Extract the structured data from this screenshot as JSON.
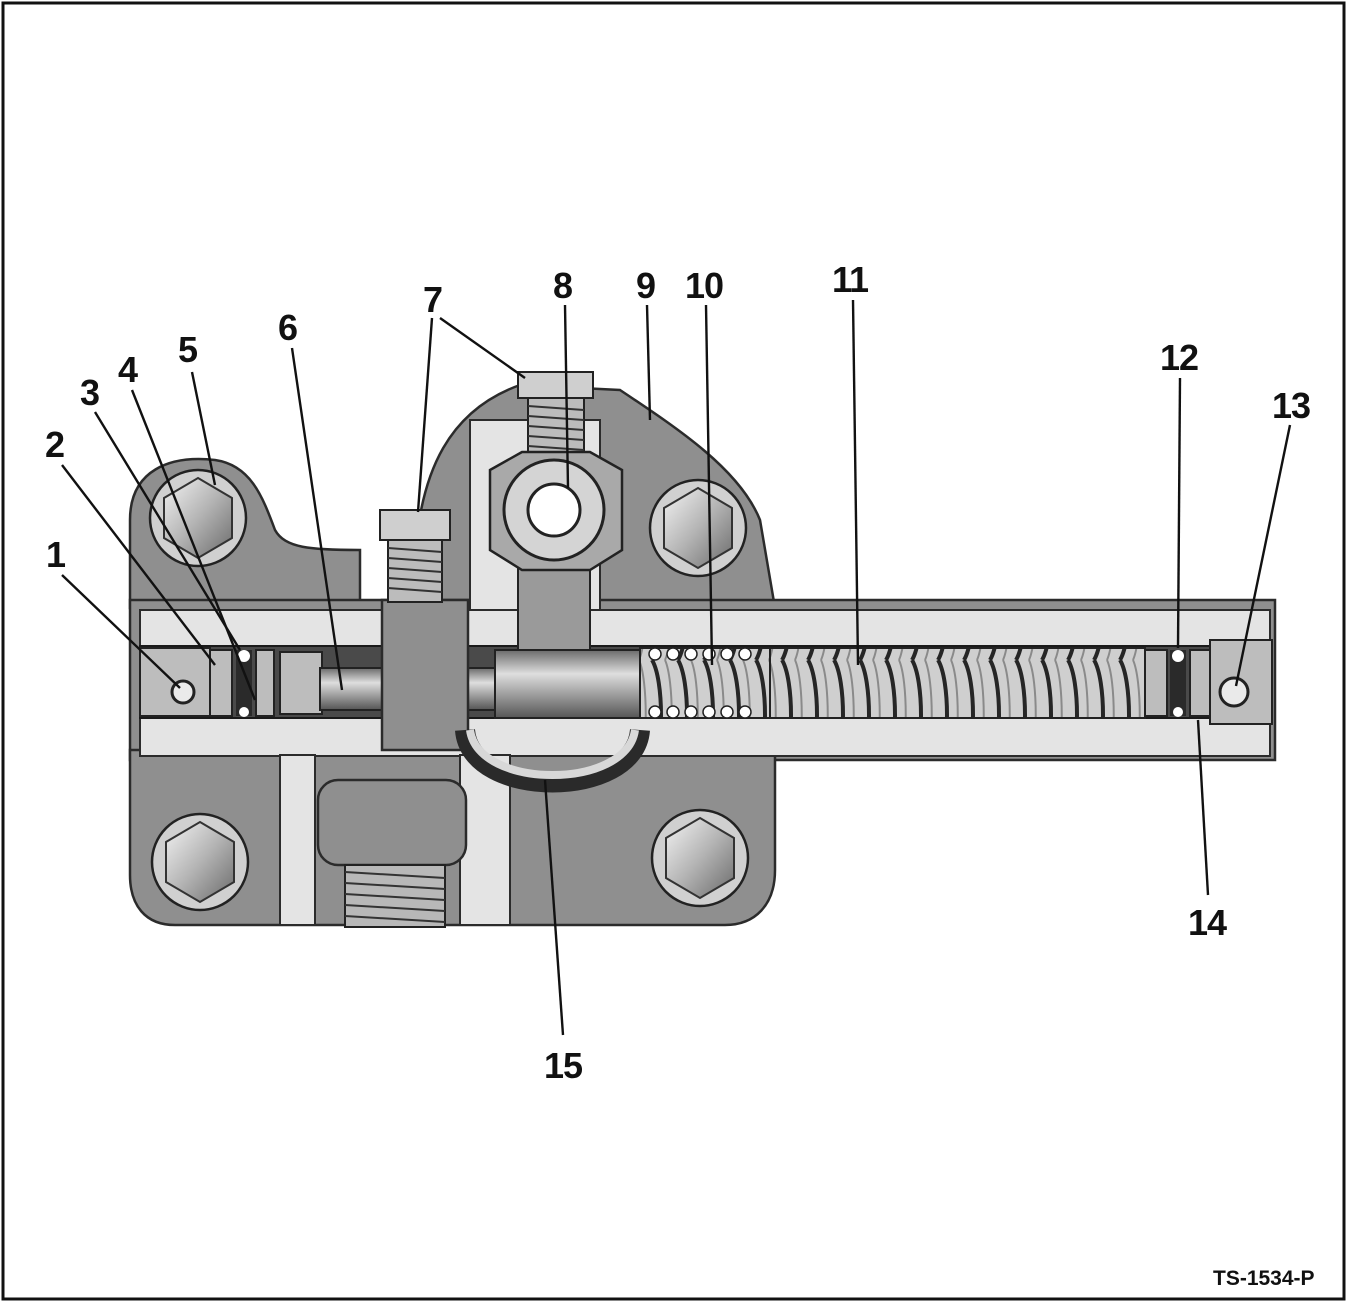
{
  "figure_id": "TS-1534-P",
  "callouts": [
    {
      "num": "1"
    },
    {
      "num": "2"
    },
    {
      "num": "3"
    },
    {
      "num": "4"
    },
    {
      "num": "5"
    },
    {
      "num": "6"
    },
    {
      "num": "7"
    },
    {
      "num": "8"
    },
    {
      "num": "9"
    },
    {
      "num": "10"
    },
    {
      "num": "11"
    },
    {
      "num": "12"
    },
    {
      "num": "13"
    },
    {
      "num": "14"
    },
    {
      "num": "15"
    }
  ]
}
